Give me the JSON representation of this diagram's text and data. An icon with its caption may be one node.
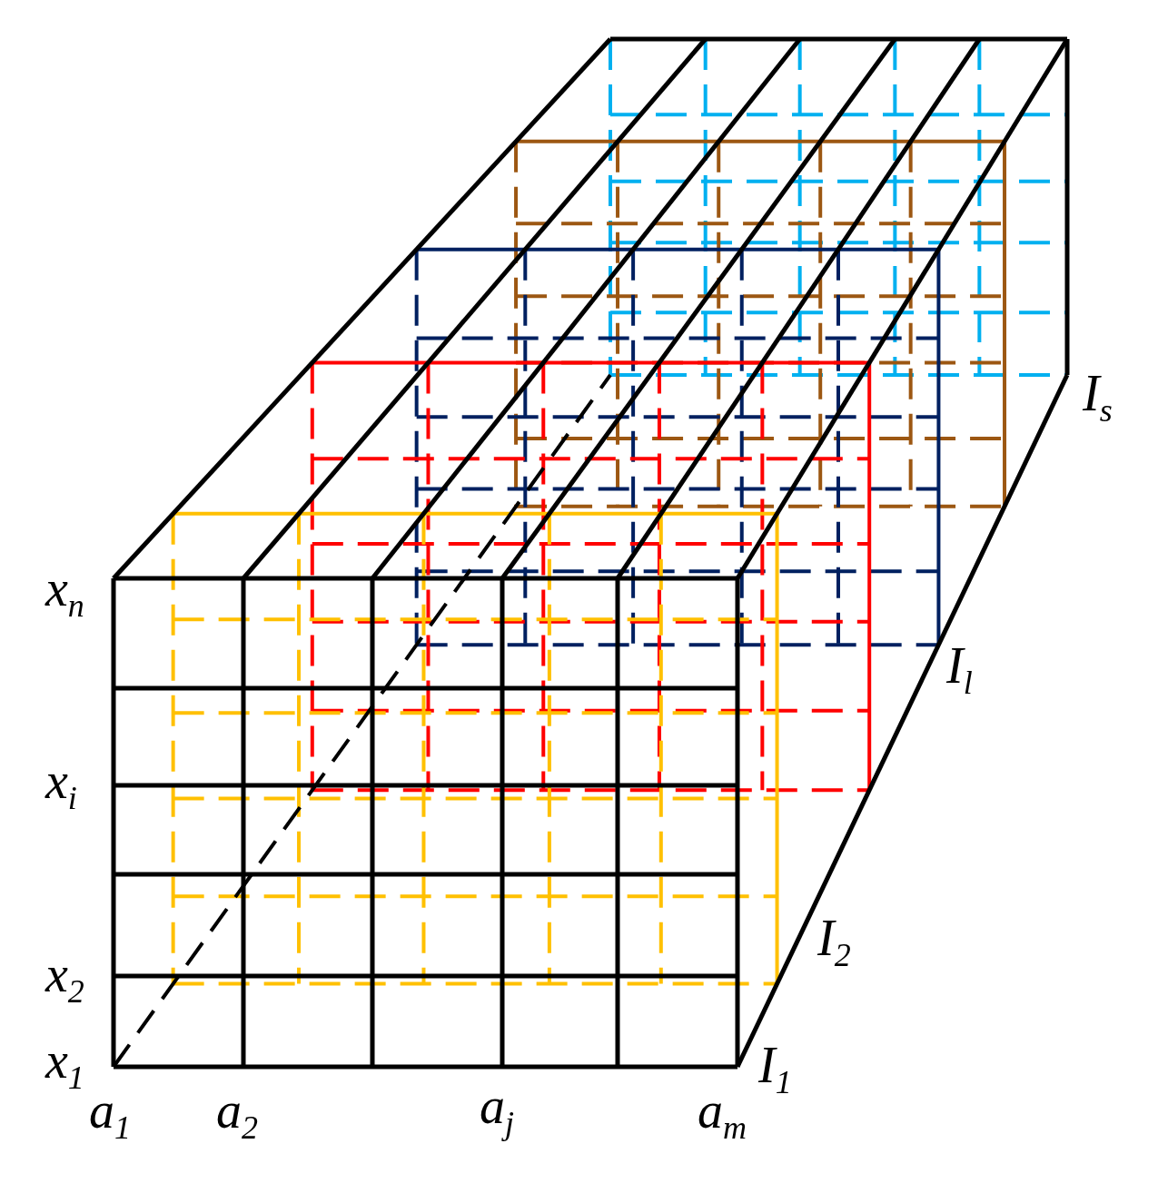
{
  "diagram": {
    "labels": [
      "I$_{s}$",
      "x$_{n}$",
      "I$_{l}$",
      "x$_{i}$",
      "I$_{2}$",
      "x$_{2}$",
      "x$_{1}$",
      "I$_{1}$",
      "a$_{1}$",
      "a$_{2}$",
      "a$_{j}$",
      "a$_{m}$"
    ]
  }
}
